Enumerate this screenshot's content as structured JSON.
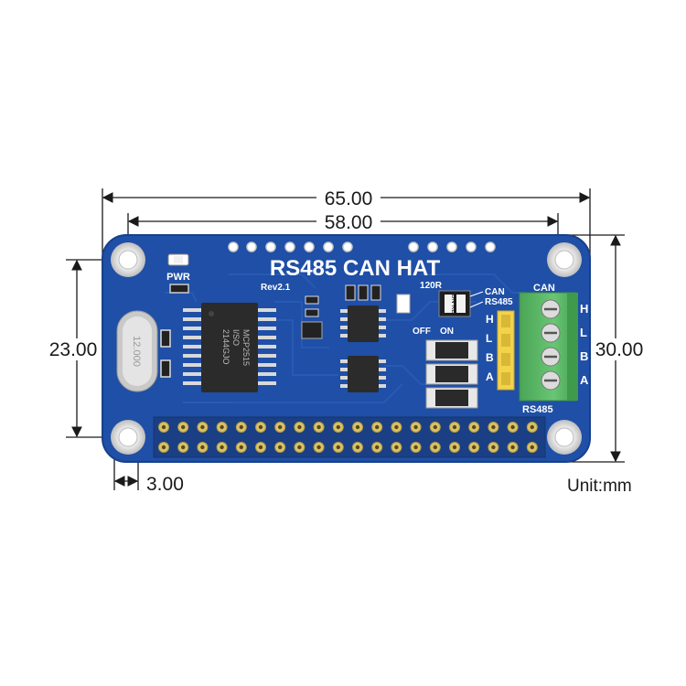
{
  "dimensions": {
    "width_overall": "65.00",
    "width_holes": "58.00",
    "height_holes": "23.00",
    "height_overall": "30.00",
    "hole_offset": "3.00"
  },
  "unit_label": "Unit:mm",
  "board": {
    "title": "RS485 CAN HAT",
    "revision": "Rev2.1",
    "pwr_label": "PWR",
    "resistor_switch": "120R",
    "switch_can": "CAN",
    "switch_rs485": "RS485",
    "switch_dip_text": "ON KE",
    "off_label": "OFF",
    "on_label": "ON",
    "header_letters": [
      "H",
      "L",
      "B",
      "A"
    ],
    "terminal_can": "CAN",
    "terminal_rs485": "RS485",
    "terminal_letters": [
      "H",
      "L",
      "B",
      "A"
    ],
    "mcu_markings": [
      "MCP2515",
      "I/SO",
      "2144GJO"
    ],
    "crystal_marking": "12.000"
  },
  "colors": {
    "pcb": "#1f4fa6",
    "pcb_edge": "#17408c",
    "terminal_block": "#5fbf6a",
    "header_yellow": "#f2d34a",
    "gold": "#d9c26a"
  }
}
